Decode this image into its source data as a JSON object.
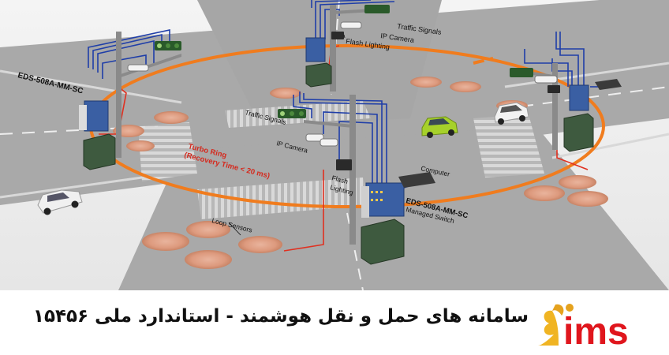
{
  "labels": {
    "eds_left": "EDS-508A-MM-SC",
    "traffic_signals_top": "Traffic Signals",
    "ip_camera_top": "IP Camera",
    "flash_lighting_top": "Flash Lighting",
    "traffic_signals_center": "Traffic Signals",
    "ip_camera_center": "IP Camera",
    "flash_lighting_center_1": "Flash",
    "flash_lighting_center_2": "Lighting",
    "turbo_ring_1": "Turbo Ring",
    "turbo_ring_2": "(Recovery Time < 20 ms)",
    "computer": "Computer",
    "eds_center": "EDS-508A-MM-SC",
    "managed_switch": "Managed Switch",
    "loop_sensors": "Loop Sensors"
  },
  "caption": "سامانه های حمل و نقل هوشمند - استاندارد ملی ۱۵۴۵۶",
  "logo": {
    "text": "ims",
    "colors": {
      "i_dot": "#e5a21e",
      "text": "#e0161d",
      "flame": "#f0b422"
    }
  },
  "colors": {
    "ring": "#f07c1e",
    "network_line": "#1f3ea8",
    "power_line": "#e03020",
    "label_red": "#d42a1e",
    "sensor": "#e0a48a"
  }
}
